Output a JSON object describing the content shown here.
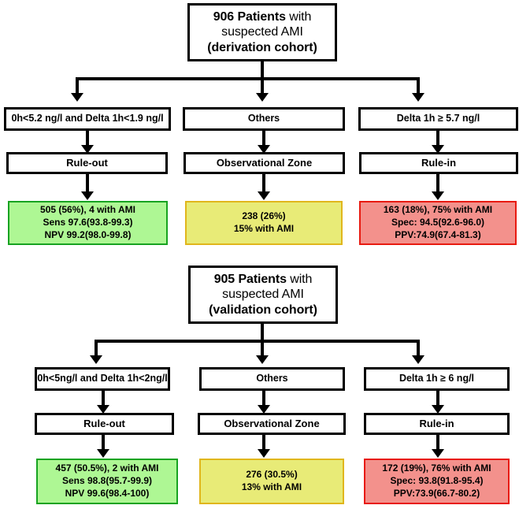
{
  "figure": {
    "title": "Two-cohort 0h/1h algorithm flowchart for suspected AMI",
    "colors": {
      "rule_out_fill": "#aef794",
      "rule_out_border": "#17a321",
      "observational_fill": "#e8eb77",
      "observational_border": "#e0b61c",
      "rule_in_fill": "#f3918c",
      "rule_in_border": "#e81a10",
      "line": "#000000",
      "background": "#ffffff"
    }
  },
  "cohorts": [
    {
      "id": "derivation",
      "root": {
        "count": "906 Patients",
        "with": " with",
        "line2": "suspected AMI",
        "line3": "(derivation cohort)"
      },
      "branches": [
        {
          "id": "rule-out",
          "criteria": "0h<5.2 ng/l and Delta 1h<1.9 ng/l",
          "action": "Rule-out",
          "result": [
            "505 (56%), 4 with AMI",
            "Sens 97.6(93.8-99.3)",
            "NPV 99.2(98.0-99.8)"
          ]
        },
        {
          "id": "observational",
          "criteria": "Others",
          "action": "Observational Zone",
          "result": [
            "238 (26%)",
            "15% with AMI"
          ]
        },
        {
          "id": "rule-in",
          "criteria": "Delta 1h ≥ 5.7 ng/l",
          "action": "Rule-in",
          "result": [
            "163 (18%), 75% with AMI",
            "Spec: 94.5(92.6-96.0)",
            "PPV:74.9(67.4-81.3)"
          ]
        }
      ]
    },
    {
      "id": "validation",
      "root": {
        "count": "905 Patients",
        "with": " with",
        "line2": "suspected AMI",
        "line3": "(validation cohort)"
      },
      "branches": [
        {
          "id": "rule-out",
          "criteria": "0h<5ng/l and Delta 1h<2ng/l",
          "action": "Rule-out",
          "result": [
            "457 (50.5%), 2 with AMI",
            "Sens 98.8(95.7-99.9)",
            "NPV 99.6(98.4-100)"
          ]
        },
        {
          "id": "observational",
          "criteria": "Others",
          "action": "Observational Zone",
          "result": [
            "276 (30.5%)",
            "13% with AMI"
          ]
        },
        {
          "id": "rule-in",
          "criteria": "Delta 1h ≥ 6 ng/l",
          "action": "Rule-in",
          "result": [
            "172 (19%), 76% with AMI",
            "Spec: 93.8(91.8-95.4)",
            "PPV:73.9(66.7-80.2)"
          ]
        }
      ]
    }
  ]
}
